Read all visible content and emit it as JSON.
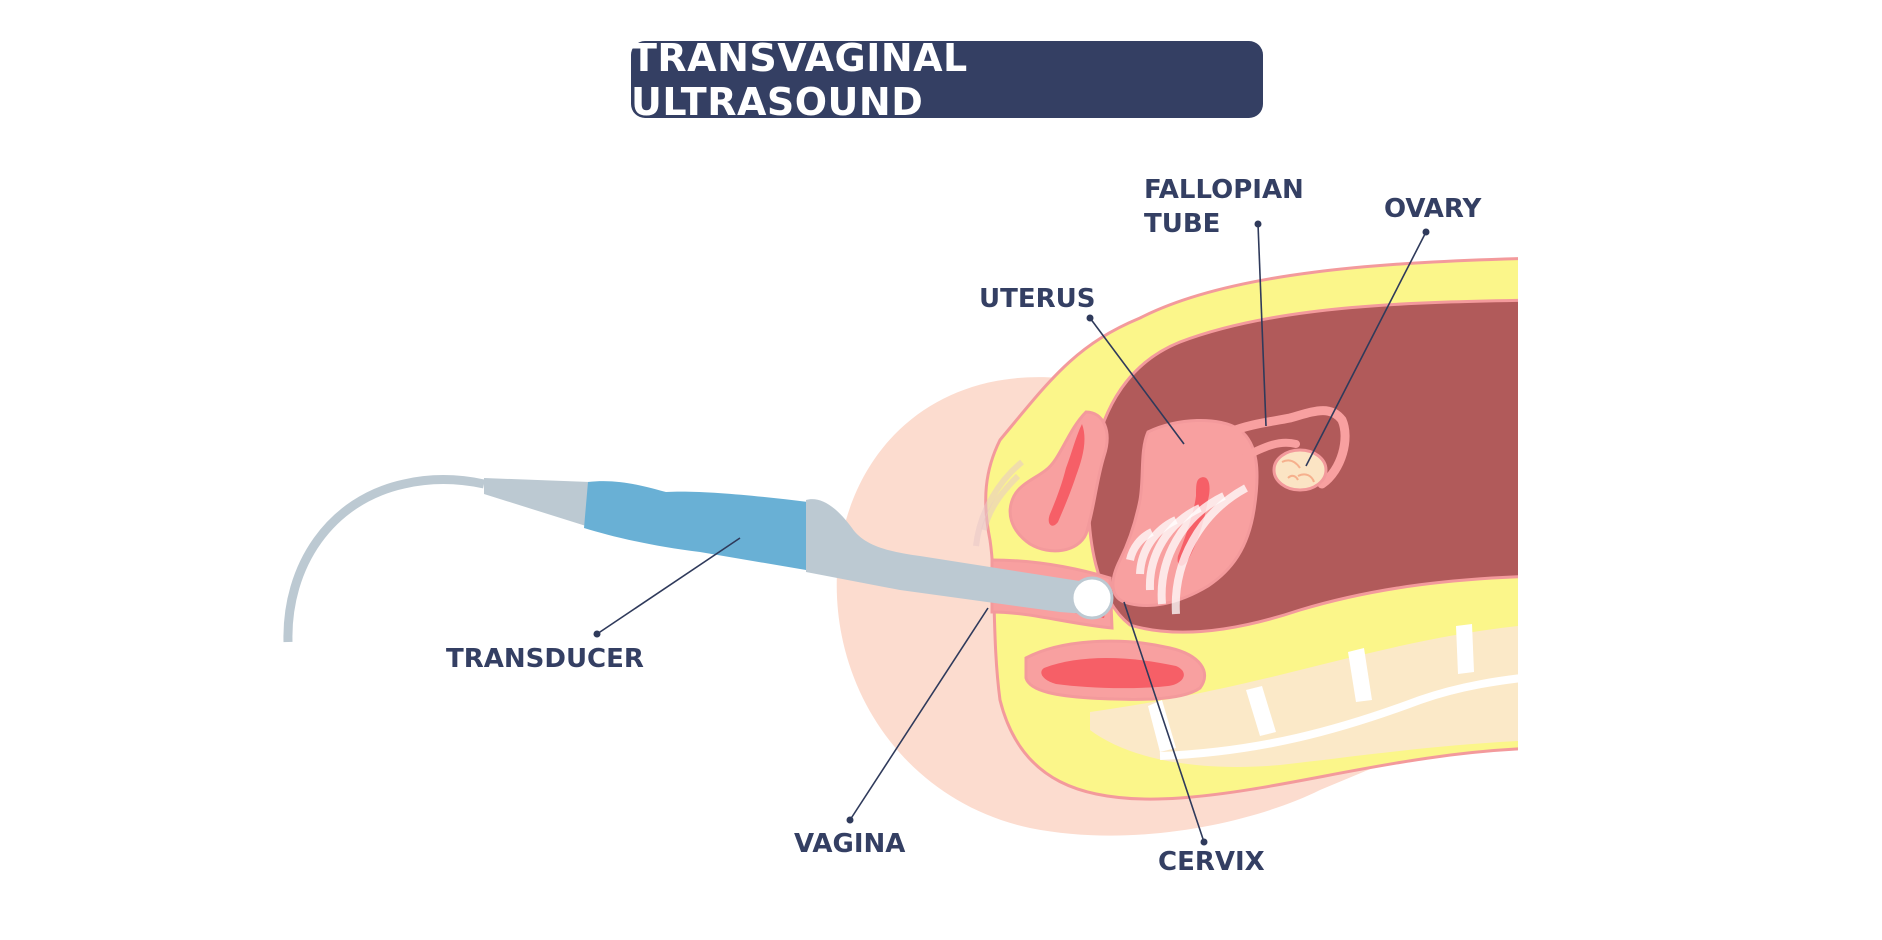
{
  "title": "TRANSVAGINAL ULTRASOUND",
  "colors": {
    "banner": "#343f63",
    "label": "#343f63",
    "leader": "#2f3a5b",
    "skin": "#fcdccf",
    "fat": "#fbf68a",
    "outline": "#f39a9c",
    "cavity": "#b15a5a",
    "uterus": "#f8a0a0",
    "lining": "#f65f67",
    "bone": "#fbe9c8",
    "probe_grey": "#bcc9d2",
    "probe_blue": "#69b0d5"
  },
  "labels": {
    "fallopian_line1": "FALLOPIAN",
    "fallopian_line2": "TUBE",
    "ovary": "OVARY",
    "uterus": "UTERUS",
    "transducer": "TRANSDUCER",
    "vagina": "VAGINA",
    "cervix": "CERVIX"
  },
  "icons": {
    "probe": "ultrasound-transducer-icon",
    "waves": "ultrasound-wave-icon"
  }
}
